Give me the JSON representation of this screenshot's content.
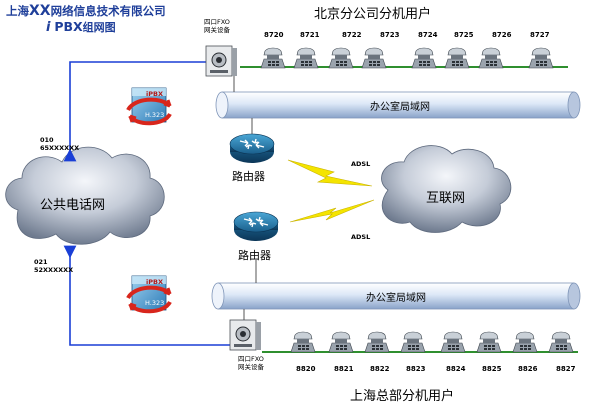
{
  "header": {
    "company_prefix": "上海",
    "company_bold": "XX",
    "company_suffix": "网络信息技术有限公司",
    "subtitle_prefix": "i",
    "subtitle_bold": "PBX",
    "subtitle_suffix": "组网图"
  },
  "top_group": {
    "title": "北京分公司分机用户",
    "extensions": [
      "8720",
      "8721",
      "8722",
      "8723",
      "8724",
      "8725",
      "8726",
      "8727"
    ],
    "fxo_line1": "四口FXO",
    "fxo_line2": "网关设备",
    "lan_label": "办公室局域网",
    "router_label": "路由器",
    "adsl_label": "ADSL",
    "trunk_code": "010",
    "trunk_number": "65XXXXXX"
  },
  "bottom_group": {
    "title": "上海总部分机用户",
    "extensions": [
      "8820",
      "8821",
      "8822",
      "8823",
      "8824",
      "8825",
      "8826",
      "8827"
    ],
    "fxo_line1": "四口FXO",
    "fxo_line2": "网关设备",
    "lan_label": "办公室局域网",
    "router_label": "路由器",
    "adsl_label": "ADSL",
    "trunk_code": "021",
    "trunk_number": "52XXXXXX"
  },
  "pstn_label": "公共电话网",
  "internet_label": "互联网",
  "ipbx_badge": "iPBX",
  "h323_label": "H.323",
  "colors": {
    "title_blue": "#1f3f9a",
    "link_blue": "#1a3fd6",
    "phone_bus_green": "#2f8f2f",
    "lightning_yellow": "#f4e400"
  }
}
